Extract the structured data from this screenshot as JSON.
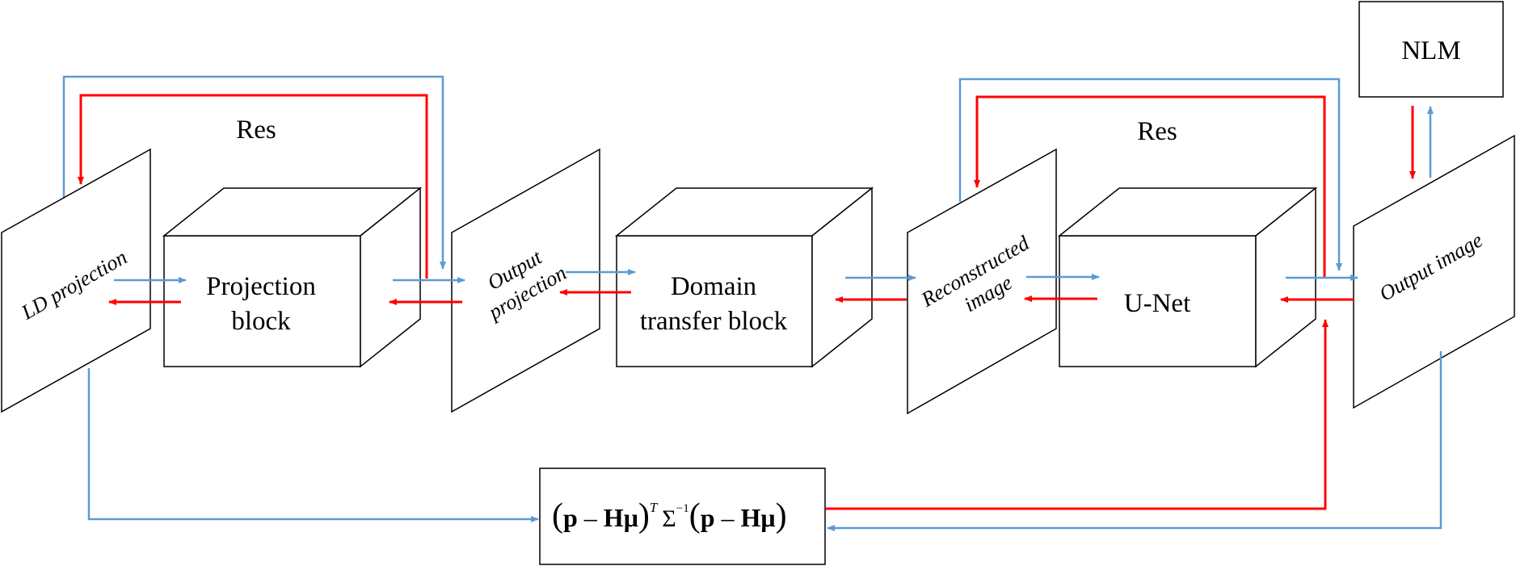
{
  "labels": {
    "ld_projection": "LD projection",
    "projection_block_line1": "Projection",
    "projection_block_line2": "block",
    "output_projection_line1": "Output",
    "output_projection_line2": "projection",
    "domain_transfer_line1": "Domain",
    "domain_transfer_line2": "transfer block",
    "reconstructed_line1": "Reconstructed",
    "reconstructed_line2": "image",
    "unet": "U-Net",
    "output_image": "Output image",
    "nlm": "NLM",
    "res_left": "Res",
    "res_right": "Res"
  },
  "formula": {
    "open_paren": "(",
    "p": "p",
    "minus": " – ",
    "H": "H",
    "mu": "μ",
    "close_paren": ")",
    "transpose": "T",
    "sigma": "Σ",
    "inverse": "−1"
  },
  "colors": {
    "forward_arrow": "#5b9bd5",
    "backward_arrow": "#ff0000",
    "outline": "#000000"
  }
}
